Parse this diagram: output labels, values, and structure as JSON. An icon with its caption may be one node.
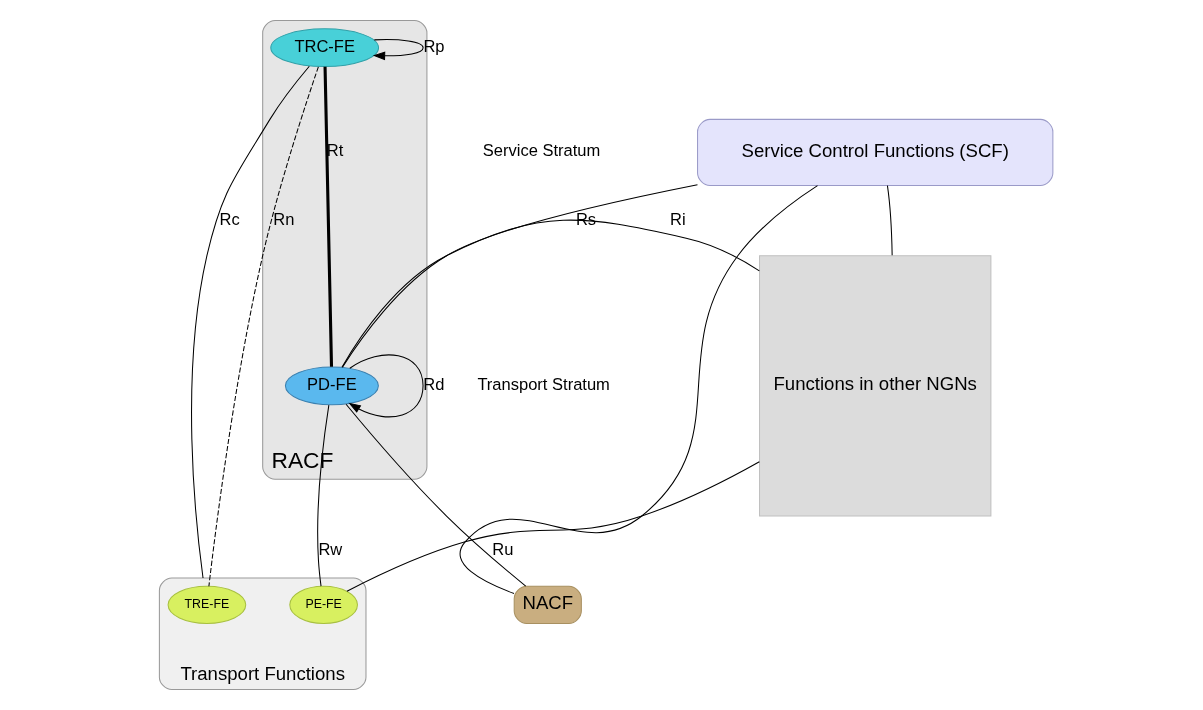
{
  "diagram": {
    "nodes": [
      {
        "text": [
          "Service Control Functions (SCF)"
        ]
      },
      {
        "text": [
          "Functions in other NGNs"
        ]
      },
      {
        "text": [
          "NACF"
        ]
      },
      {
        "text": [
          "RACF"
        ]
      },
      {
        "text": [
          "PD-FE"
        ],
        "in": 3
      },
      {
        "text": [
          "TRC-FE"
        ],
        "in": 3
      },
      {
        "text": [
          "Transport Functions"
        ]
      },
      {
        "text": [
          "TRE-FE"
        ],
        "in": 6
      },
      {
        "text": [
          "PE-FE"
        ],
        "in": 6
      }
    ],
    "edges": [
      {
        "from": 2,
        "to": 0,
        "arrow": "none"
      },
      {
        "from": 0,
        "to": 1,
        "arrow": "none"
      },
      {
        "from": 0,
        "to": 4,
        "arrow": "none",
        "label": "Rs"
      },
      {
        "from": 2,
        "to": 4,
        "arrow": "none",
        "label": "Ru"
      },
      {
        "from": 4,
        "to": 1,
        "arrow": "none",
        "label": "Ri"
      },
      {
        "from": 4,
        "to": 4,
        "arrow": "to",
        "label": "Rd"
      },
      {
        "from": 5,
        "to": 5,
        "arrow": "to",
        "label": "Rp"
      },
      {
        "from": 5,
        "to": 4,
        "arrow": "none",
        "label": "Rt",
        "style": "thick"
      },
      {
        "from": 5,
        "to": 7,
        "arrow": "none",
        "label": "Rn",
        "style": "dashed"
      },
      {
        "from": 5,
        "to": 6,
        "arrow": "none",
        "label": "Rc"
      },
      {
        "from": 4,
        "to": 8,
        "arrow": "none",
        "label": "Rw"
      },
      {
        "from": 8,
        "to": 1,
        "arrow": "none"
      }
    ],
    "labels": [
      "Service Stratum",
      "Transport Stratum"
    ]
  }
}
